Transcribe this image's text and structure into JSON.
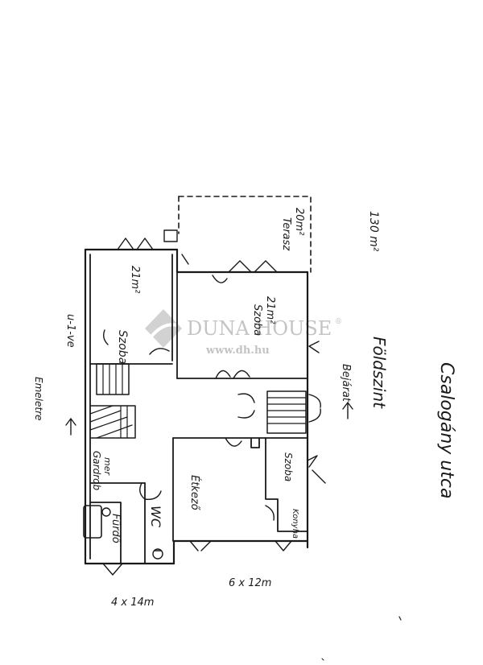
{
  "watermark": {
    "brand": "DUNA HOUSE",
    "registered": "®",
    "url": "www.dh.hu",
    "color": "#c4c4c4"
  },
  "labels": {
    "upper_room": "Szoba",
    "upper_room_area": "21m²",
    "lower_room": "Szoba",
    "lower_room_area": "21m²",
    "terrace": "Terasz",
    "terrace_area": "20m²",
    "garden_area": "130 m²",
    "street": "Csalogány utca",
    "ground_floor": "Földszint",
    "entrance": "Bejárat",
    "upstairs": "Emeletre",
    "upstairs_alt": "u-1-ve",
    "wardrobe": "Gardrob",
    "wardrobe_alt": "mer",
    "bathroom": "Fürdő",
    "wc": "WC",
    "dining": "Étkező",
    "room_small": "Szoba",
    "kitchen": "Konyha",
    "dim_left": "4 x 14m",
    "dim_right": "6 x 12m"
  },
  "ink_color": "#1a1a1a"
}
